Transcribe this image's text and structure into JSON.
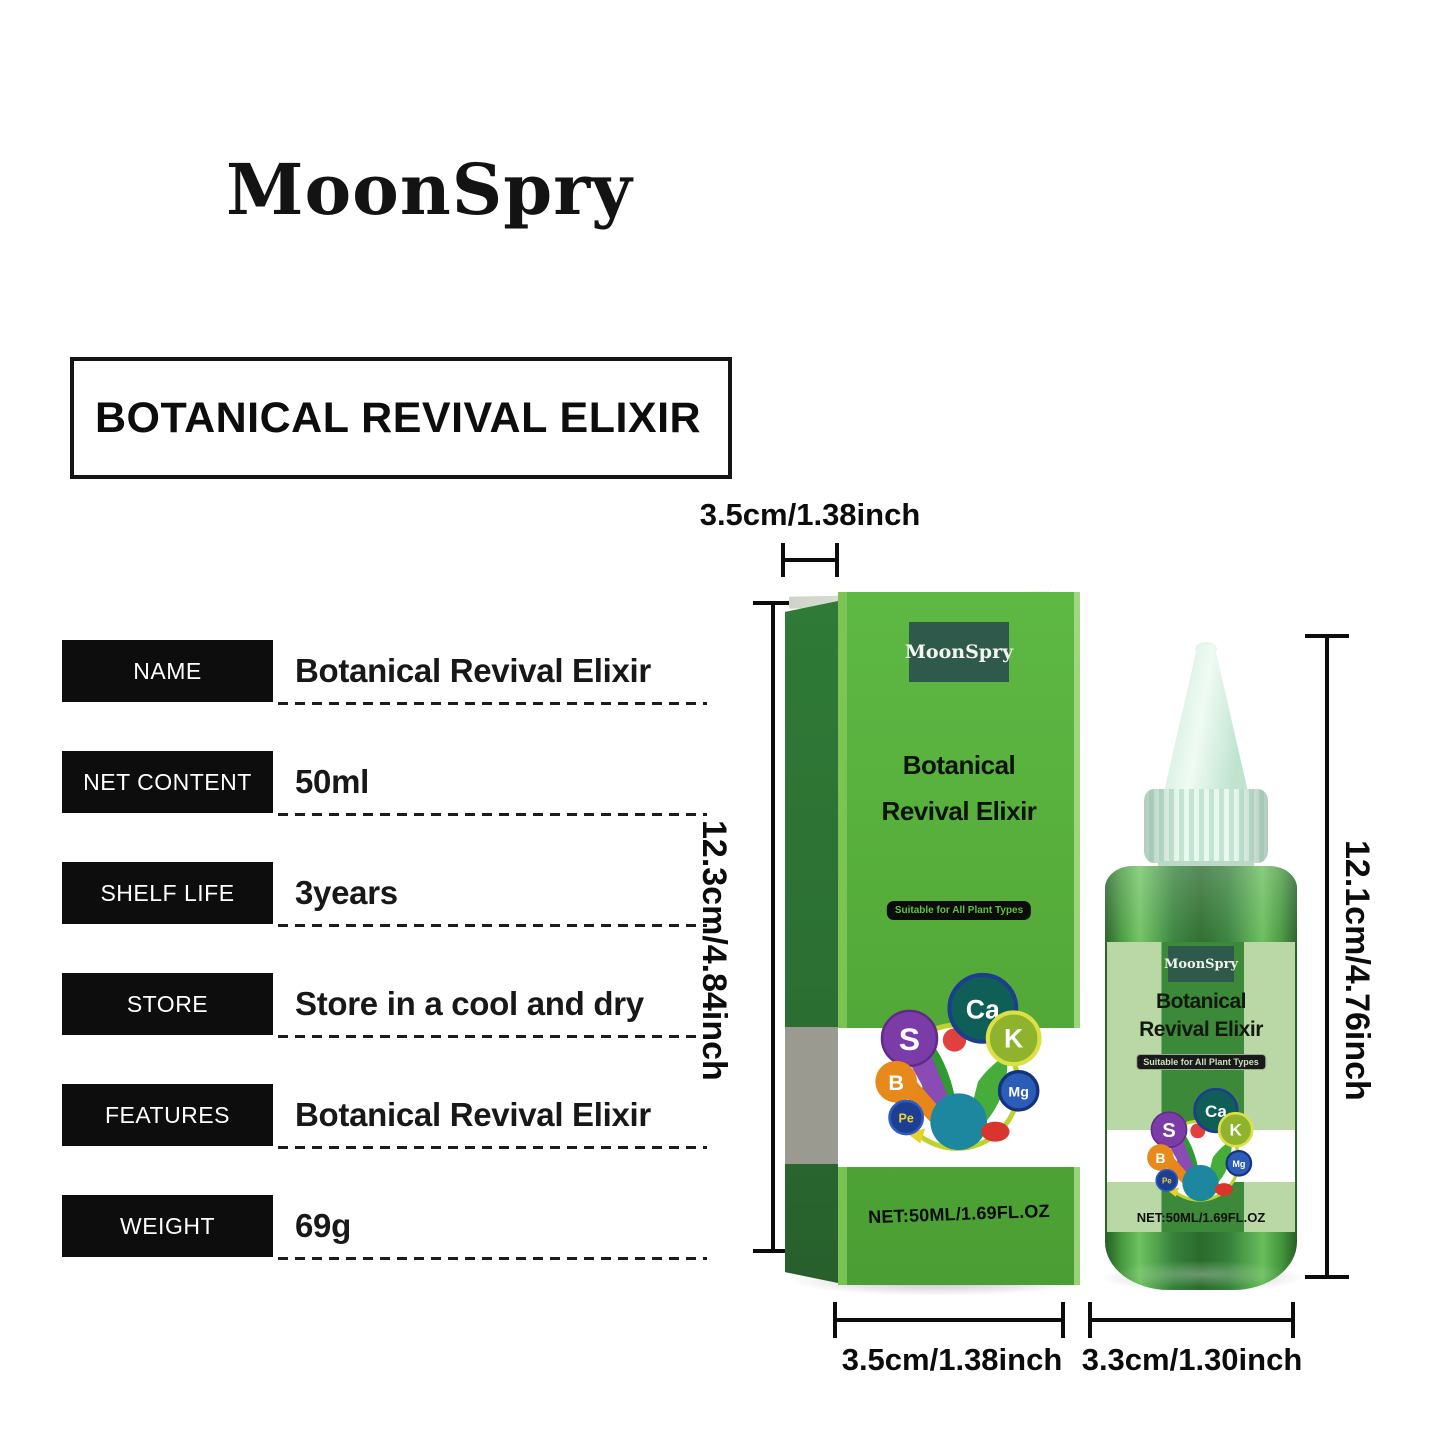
{
  "brand": {
    "name": "MoonSpry"
  },
  "heading": {
    "title": "BOTANICAL REVIVAL ELIXIR"
  },
  "specs": [
    {
      "label": "NAME",
      "value": "Botanical Revival Elixir"
    },
    {
      "label": "NET CONTENT",
      "value": "50ml"
    },
    {
      "label": "SHELF LIFE",
      "value": "3years"
    },
    {
      "label": "STORE",
      "value": "Store in a cool and dry"
    },
    {
      "label": "FEATURES",
      "value": "Botanical Revival Elixir"
    },
    {
      "label": "WEIGHT",
      "value": "69g"
    }
  ],
  "dimensions": {
    "box_depth": "3.5cm/1.38inch",
    "box_height": "12.3cm/4.84inch",
    "box_width": "3.5cm/1.38inch",
    "bottle_height": "12.1cm/4.76inch",
    "bottle_width": "3.3cm/1.30inch"
  },
  "package_box": {
    "brand": "MoonSpry",
    "title_line1": "Botanical",
    "title_line2": "Revival Elixir",
    "badge": "Suitable for All Plant Types",
    "net_content": "NET:50ML/1.69FL.OZ"
  },
  "bottle": {
    "brand": "MoonSpry",
    "title_line1": "Botanical",
    "title_line2": "Revival Elixir",
    "badge": "Suitable for All Plant Types",
    "net_content": "NET:50ML/1.69FL.OZ"
  },
  "nutrients": {
    "ca": "Ca",
    "s": "S",
    "k": "K",
    "b": "B",
    "pe": "Pe",
    "mg": "Mg"
  },
  "colors": {
    "ink": "#151515",
    "box-green": "#56ad3a",
    "box-green-deep": "#4a9e33",
    "box-side-green": "#2c7033",
    "side-gray": "#9a9a91",
    "brand-badge-green": "#2f5a4b",
    "pill-text-green": "#5fc23c",
    "cap-mint": "#d9f1e3",
    "label-light-green": "#b9d8a6",
    "label-stripe-green": "#3c8a39",
    "bottle-edge-green": "#235f24",
    "bottle-mid-green": "#35803a"
  }
}
